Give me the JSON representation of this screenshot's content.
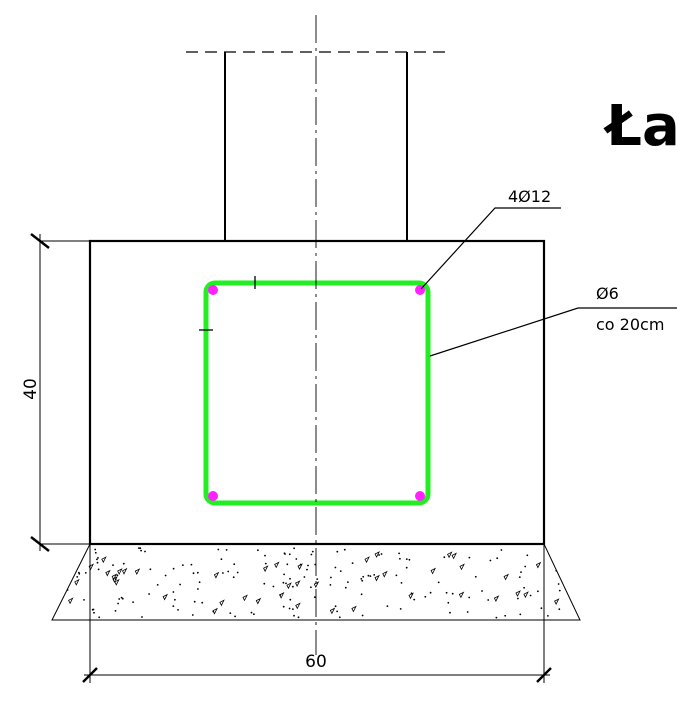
{
  "title": "Ław",
  "labels": {
    "main_bars": "4Ø12",
    "stirrup_diameter": "Ø6",
    "stirrup_spacing": "co 20cm"
  },
  "dimensions": {
    "height": "40",
    "width": "60"
  },
  "colors": {
    "stirrup": "#22ee22",
    "rebar": "#ff22ff",
    "line": "#000000",
    "background": "#ffffff"
  }
}
